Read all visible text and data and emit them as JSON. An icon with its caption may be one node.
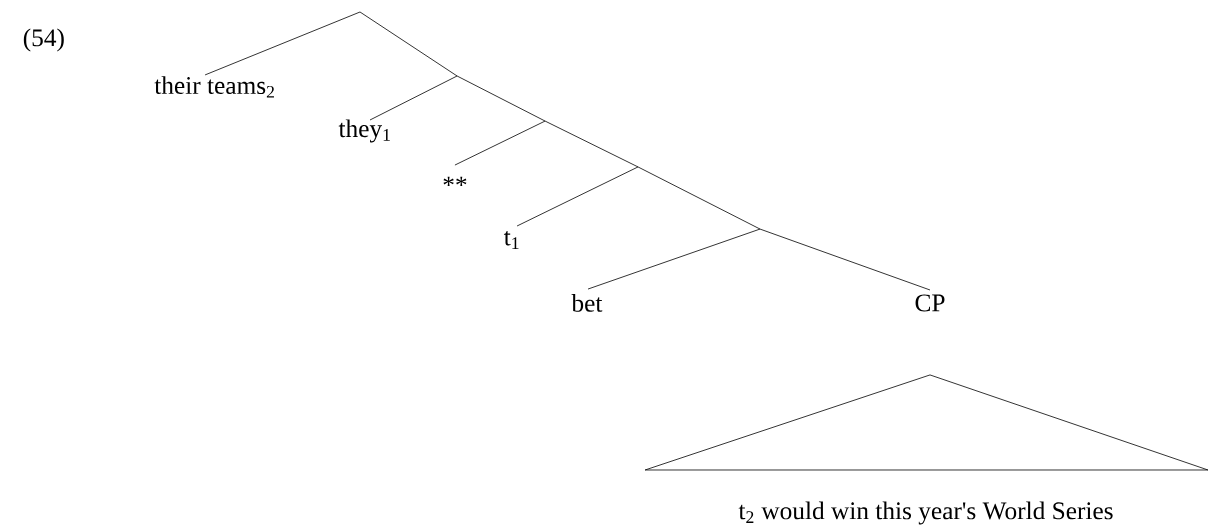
{
  "diagram": {
    "nodes": [
      {
        "text": [
          "their teams$_{2}$"
        ]
      },
      {
        "text": [
          "they$_{1}$"
        ]
      },
      {
        "text": [
          "**"
        ]
      },
      {
        "text": [
          "t$_{1}$"
        ]
      },
      {
        "text": [
          "bet"
        ]
      },
      {
        "text": [
          "CP"
        ]
      },
      {
        "text": [
          "t$_{2}$ would win this year's World Series"
        ]
      }
    ],
    "labels": [
      "(54)"
    ]
  }
}
